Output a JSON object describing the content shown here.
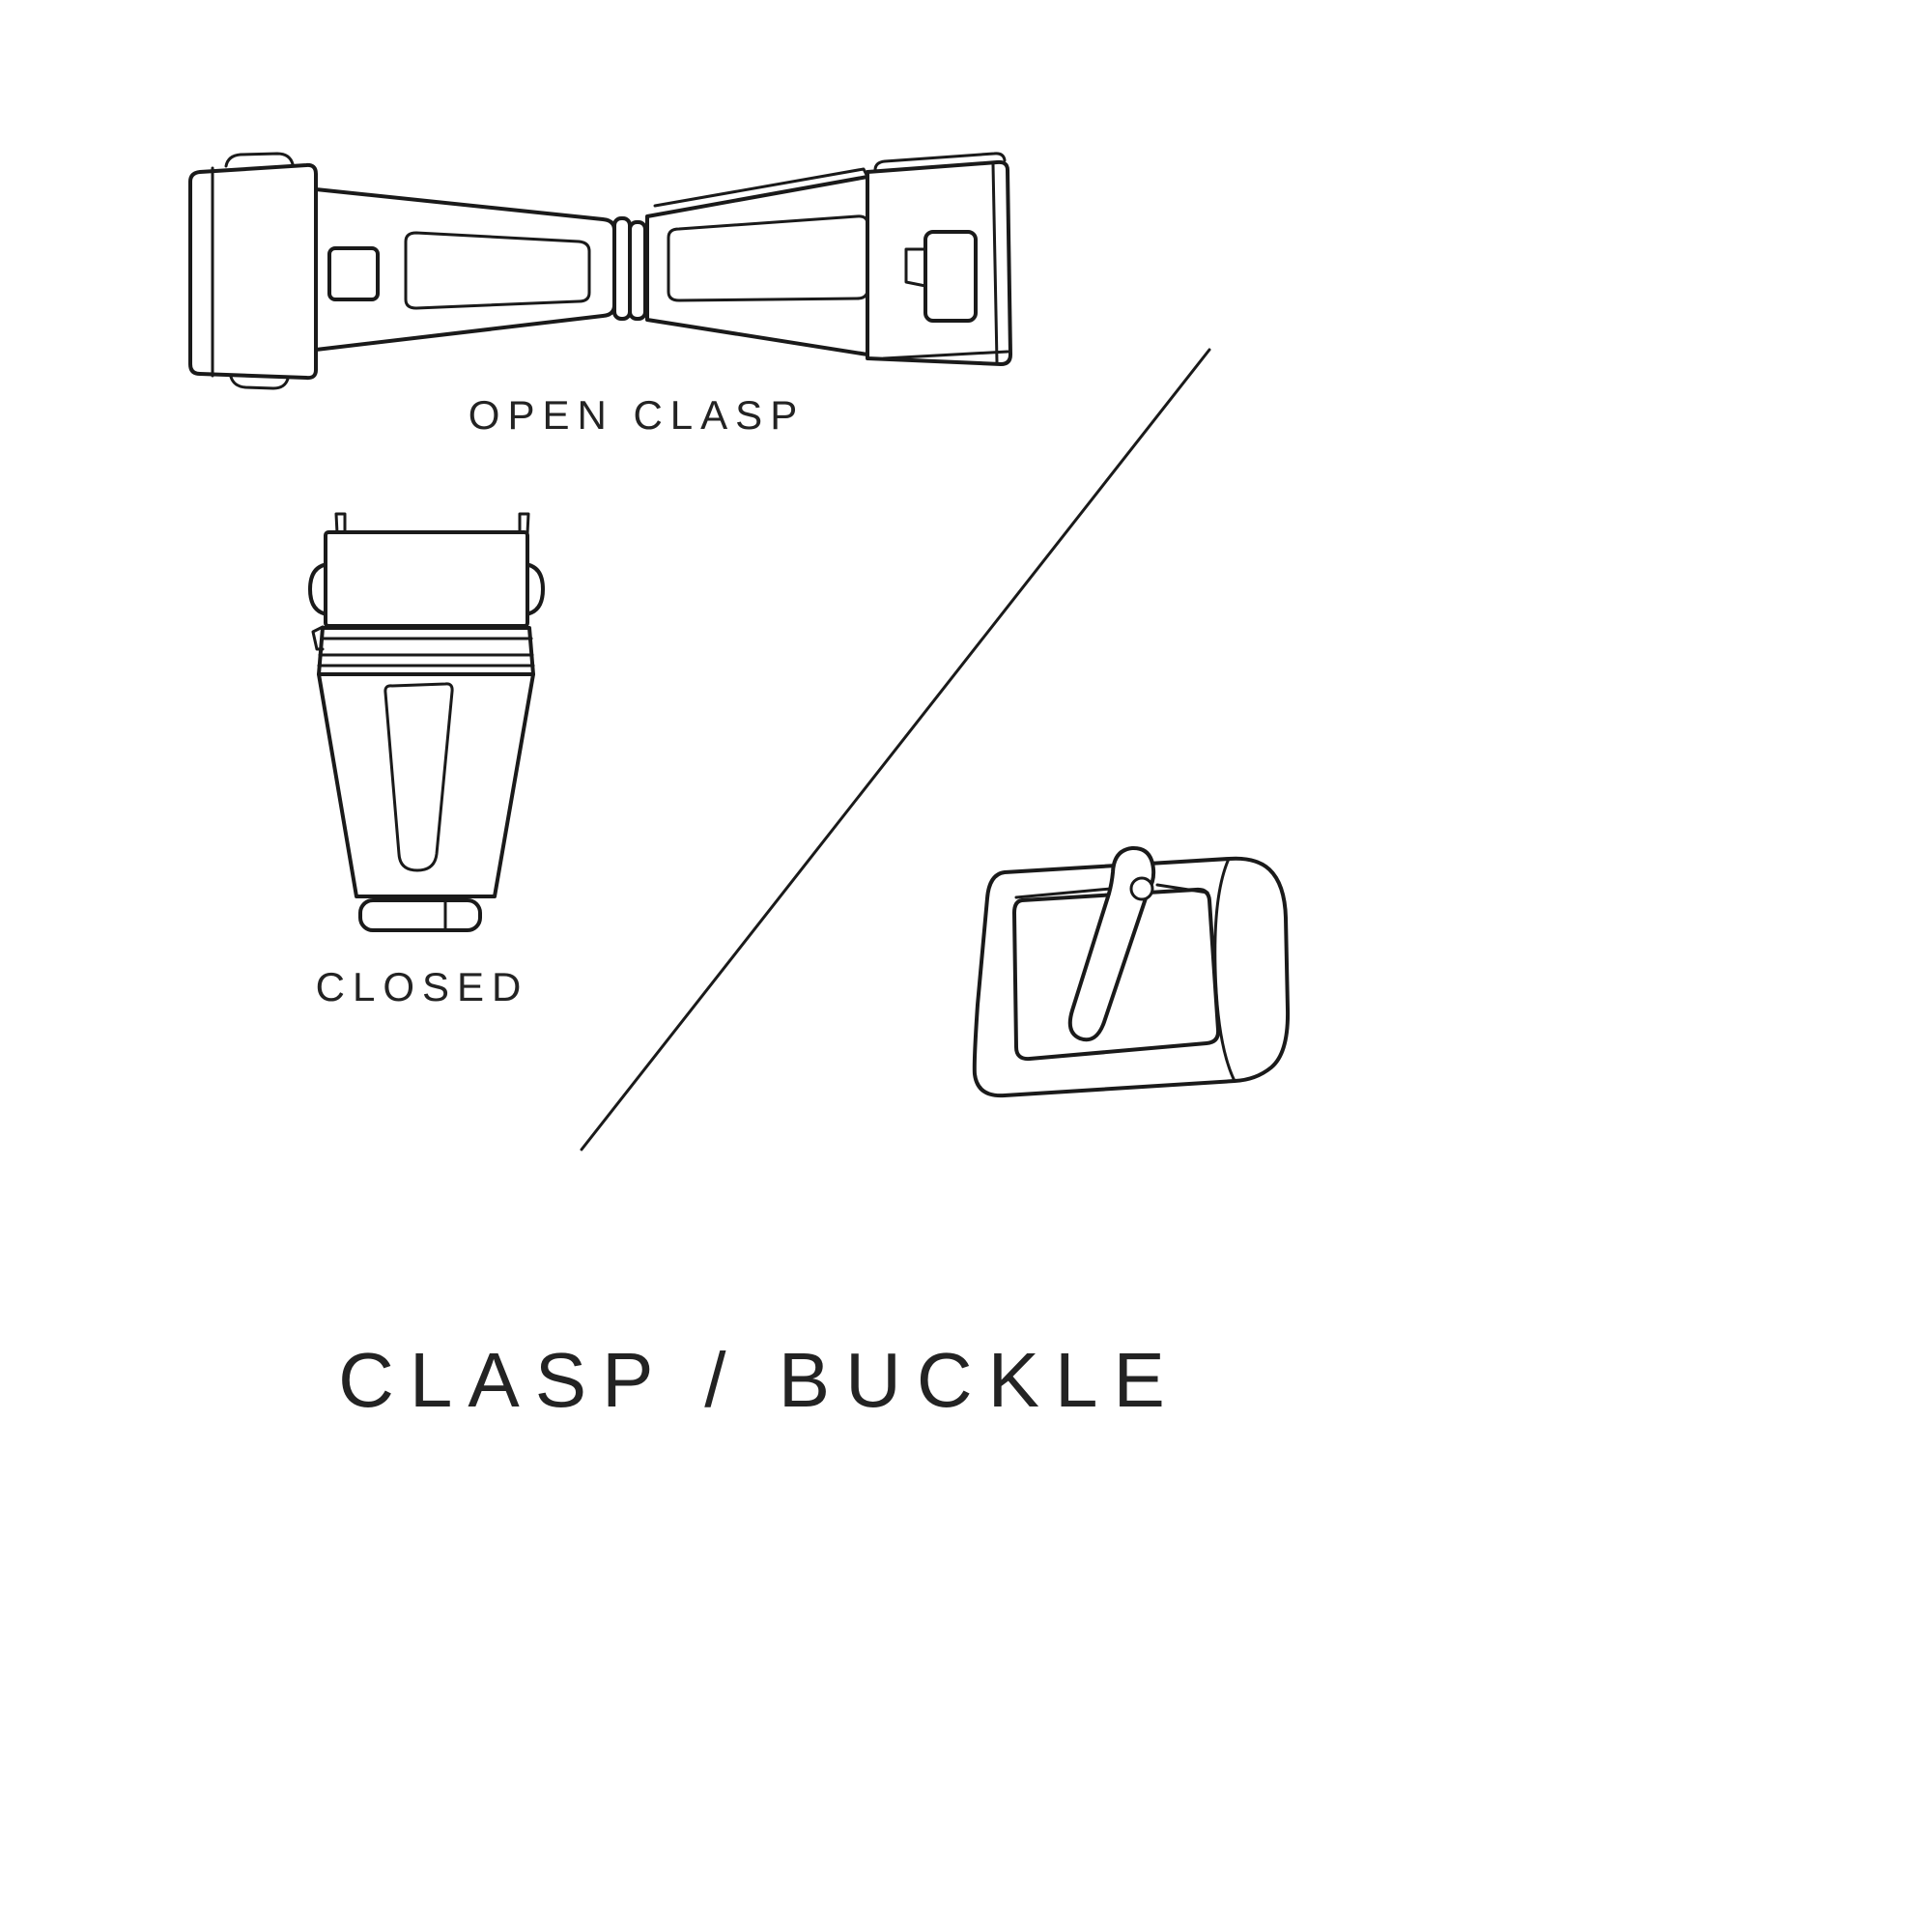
{
  "colors": {
    "line": "#1a1a1a",
    "background": "#ffffff",
    "text": "#232323"
  },
  "title": {
    "text": "CLASP / BUCKLE"
  },
  "figures": {
    "open_clasp": {
      "caption": "OPEN CLASP",
      "illustration": "open-clasp-illustration"
    },
    "closed_clasp": {
      "caption": "CLOSED",
      "illustration": "closed-clasp-illustration"
    },
    "buckle": {
      "illustration": "pin-buckle-illustration"
    }
  },
  "divider": {
    "illustration": "diagonal-divider-line"
  }
}
